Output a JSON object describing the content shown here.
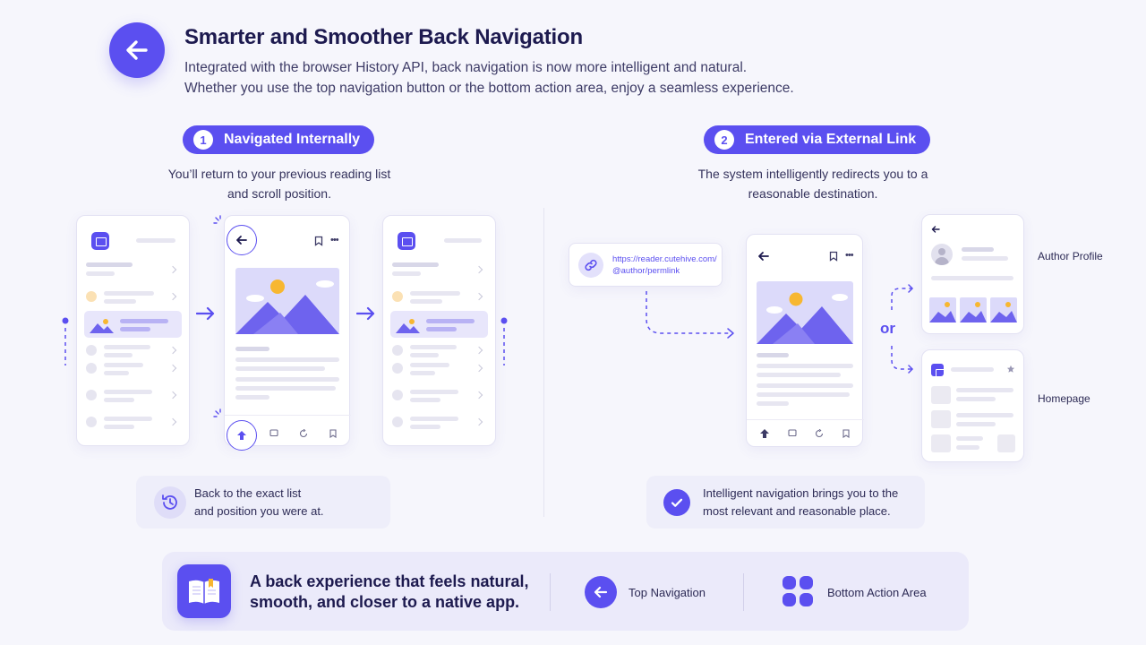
{
  "header": {
    "title": "Smarter and Smoother Back Navigation",
    "subtitle_line1": "Integrated with the browser History API, back navigation is now more intelligent and natural.",
    "subtitle_line2": "Whether you use the top navigation button or the bottom action area, enjoy a seamless experience."
  },
  "scenario1": {
    "number": "1",
    "label": "Navigated Internally",
    "desc_line1": "You’ll return to your previous reading list",
    "desc_line2": "and scroll position.",
    "info_line1": "Back to the exact list",
    "info_line2": "and position you were at."
  },
  "scenario2": {
    "number": "2",
    "label": "Entered via External Link",
    "desc_line1": "The system intelligently redirects you to a",
    "desc_line2": "reasonable destination.",
    "link_line1": "https://reader.cutehive.com/",
    "link_line2": "@author/permlink",
    "or": "or",
    "dest1": "Author Profile",
    "dest2": "Homepage",
    "info_line1": "Intelligent navigation brings you to the",
    "info_line2": "most relevant and reasonable place."
  },
  "footer": {
    "line1": "A back experience that feels natural,",
    "line2": "smooth, and closer to a native app.",
    "top_nav": "Top Navigation",
    "bottom_area": "Bottom Action Area"
  },
  "colors": {
    "accent": "#5b4ff0",
    "background": "#f6f6fc",
    "sun": "#f7b731"
  },
  "icons": [
    "back-arrow-icon",
    "book-icon",
    "history-icon",
    "check-icon",
    "link-icon",
    "bookmark-icon",
    "more-icon",
    "grid-icon",
    "comment-icon",
    "refresh-icon",
    "up-arrow-icon",
    "avatar-icon",
    "star-icon"
  ]
}
